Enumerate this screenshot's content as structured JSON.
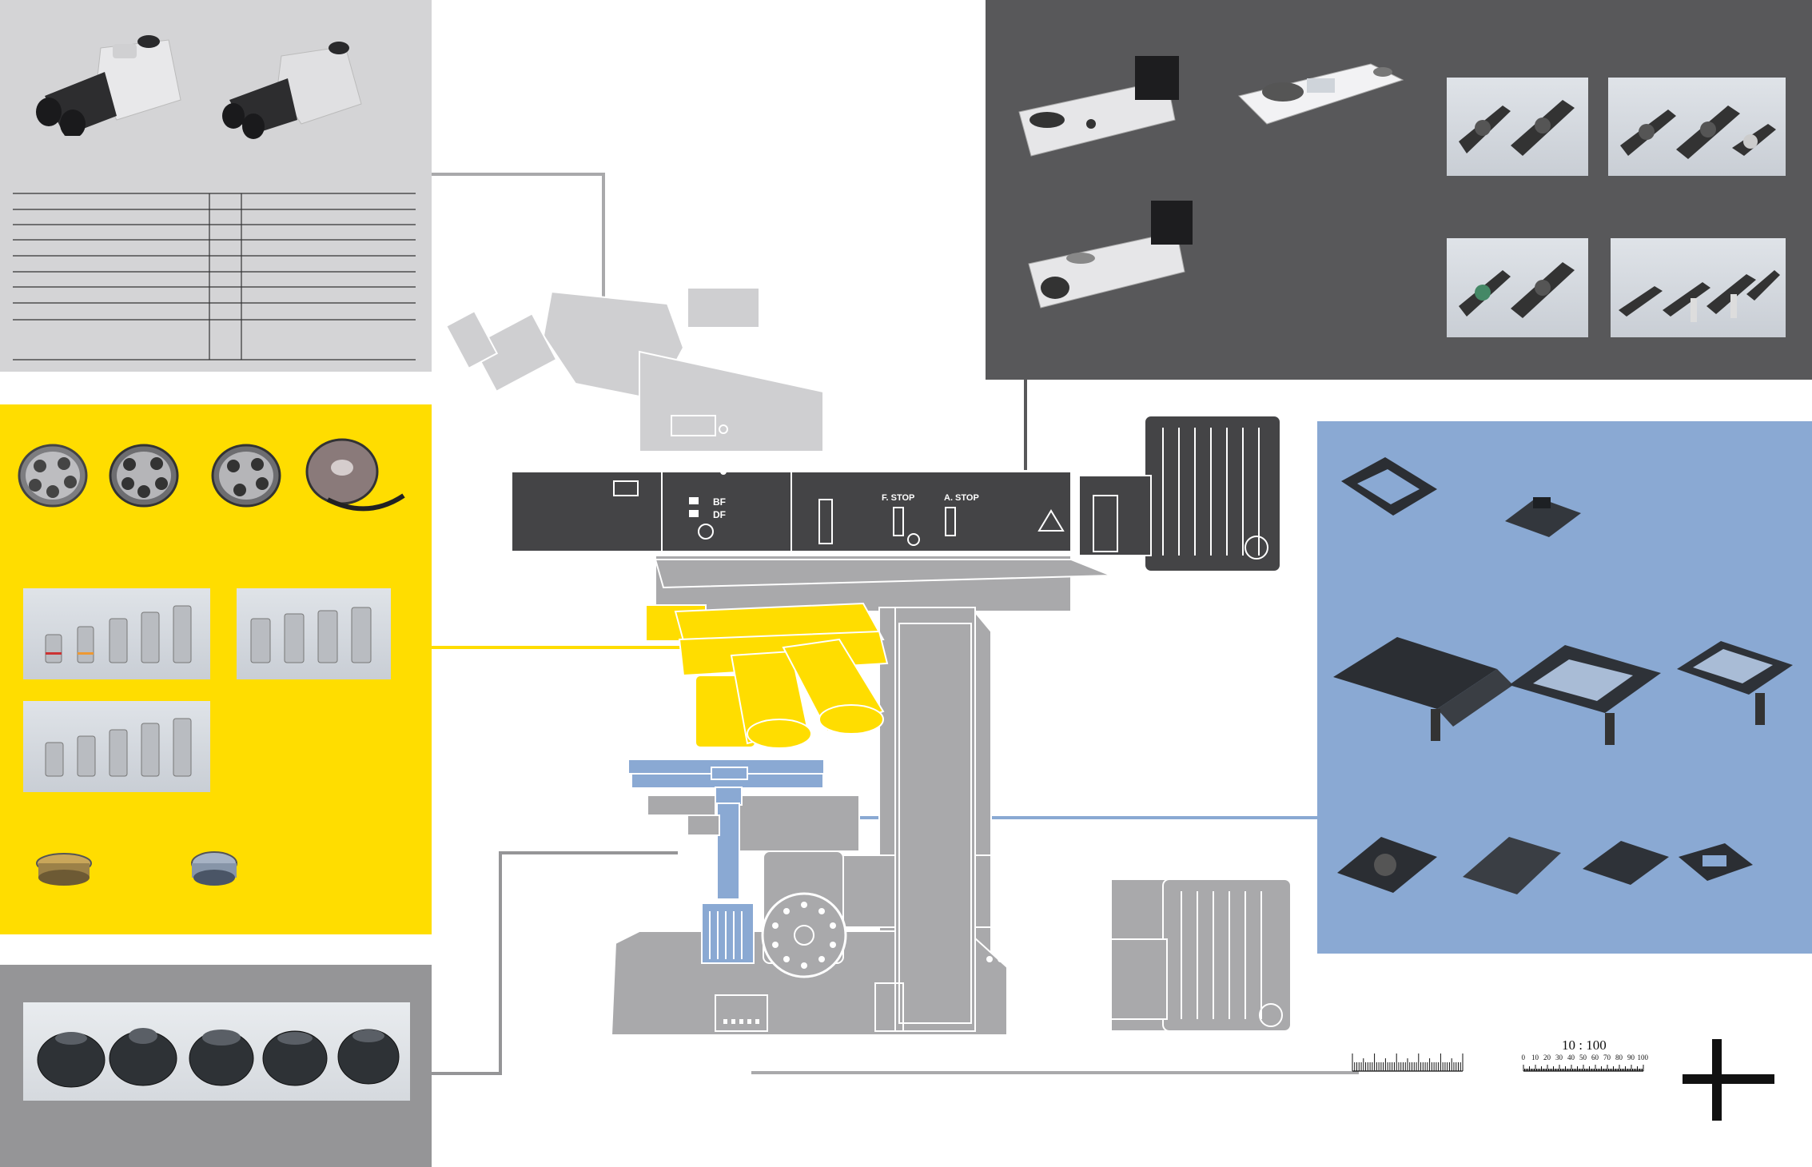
{
  "panel_labels": {
    "bf": "BF",
    "df": "DF",
    "f_stop": "F. STOP",
    "a_stop": "A. STOP"
  },
  "scale": {
    "ratio": "10 : 100",
    "ticks": [
      "0",
      "10",
      "20",
      "30",
      "40",
      "50",
      "60",
      "70",
      "80",
      "90",
      "100"
    ]
  },
  "colors": {
    "yellow_panel": "#ffdd00",
    "grey_light_panel": "#d4d4d6",
    "grey_dark_panel": "#58585a",
    "grey_bottom_panel": "#959597",
    "blue_panel": "#8aa9d3",
    "microscope_body": "#a9a9ab",
    "microscope_head": "#cfcfd1",
    "illuminator": "#444446"
  }
}
